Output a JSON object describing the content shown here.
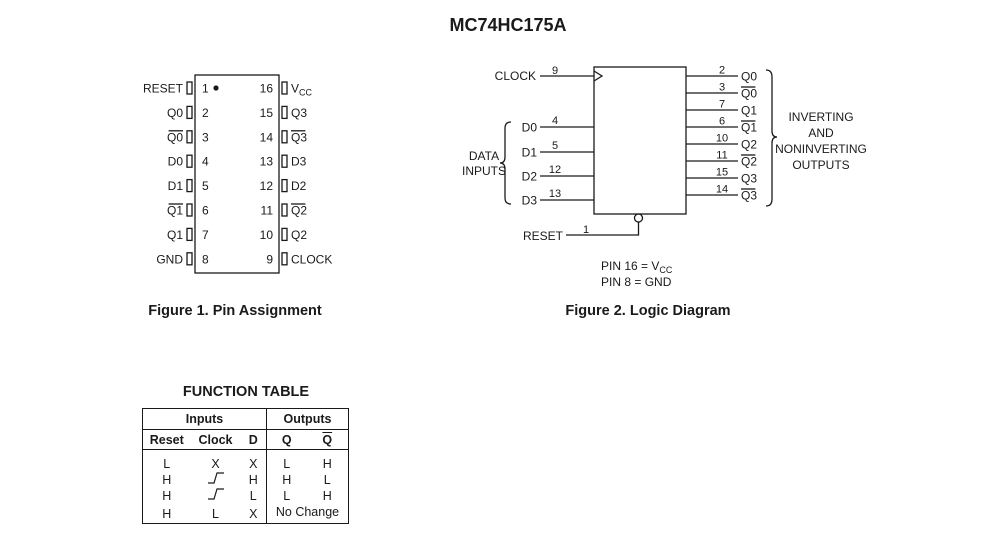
{
  "title": "MC74HC175A",
  "figure1": {
    "caption": "Figure 1. Pin Assignment",
    "left_pins": [
      {
        "num": "1",
        "label": "RESET",
        "bar": false
      },
      {
        "num": "2",
        "label": "Q0",
        "bar": false
      },
      {
        "num": "3",
        "label": "Q0",
        "bar": true
      },
      {
        "num": "4",
        "label": "D0",
        "bar": false
      },
      {
        "num": "5",
        "label": "D1",
        "bar": false
      },
      {
        "num": "6",
        "label": "Q1",
        "bar": true
      },
      {
        "num": "7",
        "label": "Q1",
        "bar": false
      },
      {
        "num": "8",
        "label": "GND",
        "bar": false
      }
    ],
    "right_pins": [
      {
        "num": "16",
        "label": "V",
        "sub": "CC",
        "bar": false
      },
      {
        "num": "15",
        "label": "Q3",
        "bar": false
      },
      {
        "num": "14",
        "label": "Q3",
        "bar": true
      },
      {
        "num": "13",
        "label": "D3",
        "bar": false
      },
      {
        "num": "12",
        "label": "D2",
        "bar": false
      },
      {
        "num": "11",
        "label": "Q2",
        "bar": true
      },
      {
        "num": "10",
        "label": "Q2",
        "bar": false
      },
      {
        "num": "9",
        "label": "CLOCK",
        "bar": false
      }
    ]
  },
  "figure2": {
    "caption": "Figure 2. Logic Diagram",
    "clock": {
      "label": "CLOCK",
      "pin": "9"
    },
    "reset": {
      "label": "RESET",
      "pin": "1"
    },
    "inputs": [
      {
        "label": "D0",
        "pin": "4"
      },
      {
        "label": "D1",
        "pin": "5"
      },
      {
        "label": "D2",
        "pin": "12"
      },
      {
        "label": "D3",
        "pin": "13"
      }
    ],
    "input_group": [
      "DATA",
      "INPUTS"
    ],
    "outputs": [
      {
        "label": "Q0",
        "pin": "2",
        "bar": false
      },
      {
        "label": "Q0",
        "pin": "3",
        "bar": true
      },
      {
        "label": "Q1",
        "pin": "7",
        "bar": false
      },
      {
        "label": "Q1",
        "pin": "6",
        "bar": true
      },
      {
        "label": "Q2",
        "pin": "10",
        "bar": false
      },
      {
        "label": "Q2",
        "pin": "11",
        "bar": true
      },
      {
        "label": "Q3",
        "pin": "15",
        "bar": false
      },
      {
        "label": "Q3",
        "pin": "14",
        "bar": true
      }
    ],
    "output_group": [
      "INVERTING",
      "AND",
      "NONINVERTING",
      "OUTPUTS"
    ],
    "notes": [
      {
        "text": "PIN 16 = V",
        "sub": "CC"
      },
      {
        "text": "PIN 8 = GND",
        "sub": ""
      }
    ]
  },
  "function_table": {
    "title": "FUNCTION TABLE",
    "group_inputs": "Inputs",
    "group_outputs": "Outputs",
    "headers": [
      "Reset",
      "Clock",
      "D",
      "Q",
      "Q"
    ],
    "rows": [
      [
        "L",
        "X",
        "X",
        "L",
        "H"
      ],
      [
        "H",
        "rising-edge-icon",
        "H",
        "H",
        "L"
      ],
      [
        "H",
        "rising-edge-icon",
        "L",
        "L",
        "H"
      ],
      [
        "H",
        "L",
        "X",
        "No Change"
      ]
    ]
  }
}
